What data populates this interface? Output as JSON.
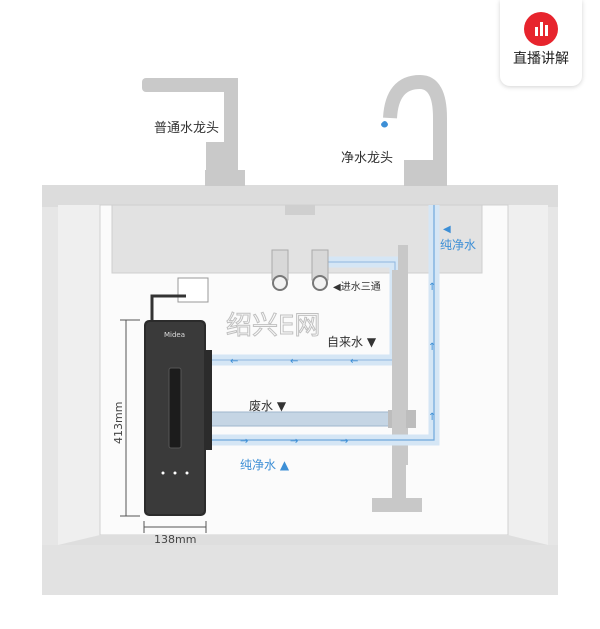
{
  "live_button": {
    "label": "直播讲解",
    "color": "#e7242d"
  },
  "diagram": {
    "labels": {
      "ordinary_faucet": "普通水龙头",
      "purified_faucet": "净水龙头",
      "pure_water_top": "纯净水",
      "tee": "◀进水三通",
      "tap_water": "自来水 ▼",
      "waste_water": "废水 ▼",
      "pure_water_bottom": "纯净水 ▲",
      "height": "413mm",
      "width": "138mm",
      "brand": "Midea",
      "watermark": "绍兴E网"
    },
    "colors": {
      "pure_water": "#3d8fd6",
      "pipe_light": "#d5e6f5",
      "cabinet": "#e8e8e8"
    }
  }
}
